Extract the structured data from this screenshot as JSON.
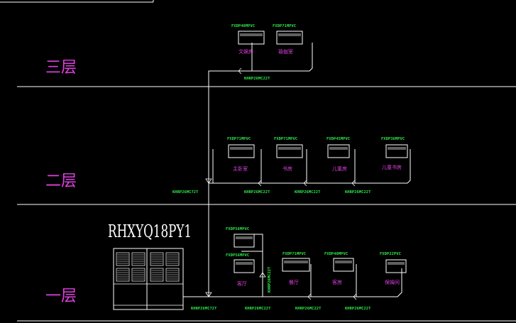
{
  "floors": [
    {
      "label": "三层"
    },
    {
      "label": "二层"
    },
    {
      "label": "一层"
    }
  ],
  "outdoor_unit": {
    "model": "RHXYQ18PY1"
  },
  "indoor_units": [
    {
      "model": "FXDP40MPVC",
      "room": "文娱房"
    },
    {
      "model": "FXDP71MPVC",
      "room": "瑜伽室"
    },
    {
      "model": "FXDP71MPVC",
      "room": "主卧室"
    },
    {
      "model": "FXDP71MPVC",
      "room": "书房"
    },
    {
      "model": "FXDP45MPVC",
      "room": "儿童房"
    },
    {
      "model": "FXDP36MPVC",
      "room": "儿童书房"
    },
    {
      "model": "FXDP56MPVC",
      "room": ""
    },
    {
      "model": "FXDP56MPVC",
      "room": "客厅"
    },
    {
      "model": "FXDP71MPVC",
      "room": "餐厅"
    },
    {
      "model": "FXDP40MPVC",
      "room": "客房"
    },
    {
      "model": "FXDP22PVC",
      "room": "保姆间"
    }
  ],
  "pipe_joints": [
    "KHRP26MC22T",
    "KHRP26MC72T",
    "KHRP26MC22T",
    "KHRP26MC22T",
    "KHRP26MC22T",
    "KHRP26MC72T",
    "KHRP26MC22T",
    "KHRP26MC22T",
    "KHRP26MC22T",
    "KHRP26MC22T"
  ],
  "colors": {
    "background": "#000000",
    "floor_label": "#e040e0",
    "model_label": "#2ee64a",
    "room_label": "#e040e0",
    "pipe": "#ffffff"
  }
}
